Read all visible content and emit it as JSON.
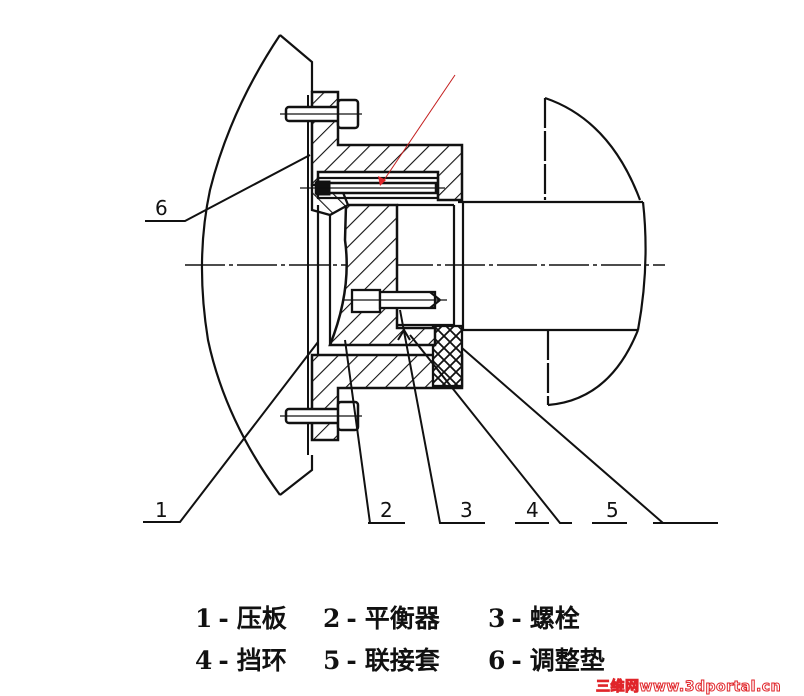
{
  "figure": {
    "type": "mechanical cross-section drawing",
    "part_labels": [
      {
        "id": "1",
        "text": "1"
      },
      {
        "id": "2",
        "text": "2"
      },
      {
        "id": "3",
        "text": "3"
      },
      {
        "id": "4",
        "text": "4"
      },
      {
        "id": "5",
        "text": "5"
      },
      {
        "id": "6",
        "text": "6"
      }
    ],
    "annotation_arrow_color": "#e0252a",
    "line_color": "#111111"
  },
  "legend": {
    "rows": [
      [
        {
          "num": "1",
          "sep": "-",
          "name": "压板"
        },
        {
          "num": "2",
          "sep": "-",
          "name": "平衡器"
        },
        {
          "num": "3",
          "sep": "-",
          "name": "螺栓"
        }
      ],
      [
        {
          "num": "4",
          "sep": "-",
          "name": "挡环"
        },
        {
          "num": "5",
          "sep": "-",
          "name": "联接套"
        },
        {
          "num": "6",
          "sep": "-",
          "name": "调整垫"
        }
      ]
    ]
  },
  "watermark": {
    "text": "三维网www.3dportal.cn"
  }
}
